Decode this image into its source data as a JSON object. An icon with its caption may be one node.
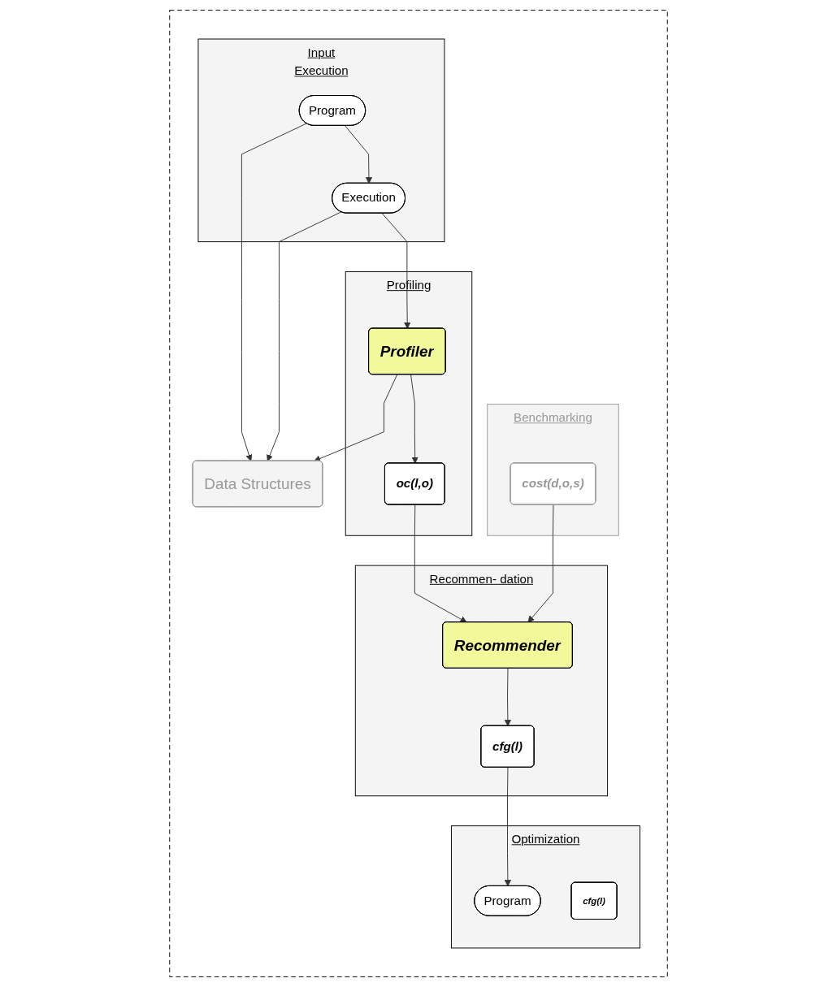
{
  "diagram": {
    "nodes": [
      {
        "text": [],
        "shape": "box"
      },
      {
        "text": [
          "Input",
          "Execution"
        ],
        "in": 0
      },
      {
        "text": [
          "Program"
        ],
        "in": 1
      },
      {
        "text": [
          "Execution"
        ],
        "in": 1
      },
      {
        "text": [
          "Data Structures"
        ],
        "in": 0
      },
      {
        "text": [
          "Profiling"
        ],
        "in": 0
      },
      {
        "text": [
          "Profiler"
        ],
        "in": 5
      },
      {
        "text": [
          "oc(l,o)"
        ],
        "in": 5
      },
      {
        "text": [
          "Benchmarking"
        ],
        "in": 0
      },
      {
        "text": [
          "cost(d,o,s)"
        ],
        "in": 8
      },
      {
        "text": [
          "Recommen- dation"
        ],
        "in": 0
      },
      {
        "text": [
          "Recommender"
        ],
        "in": 10
      },
      {
        "text": [
          "cfg(l)"
        ],
        "in": 10
      },
      {
        "text": [
          "Optimization"
        ],
        "in": 0
      },
      {
        "text": [
          "Program"
        ],
        "in": 13
      },
      {
        "text": [
          "cfg(l)"
        ],
        "in": 13
      }
    ],
    "edges": [
      {
        "from": 2,
        "to": 3,
        "arrow": "to"
      },
      {
        "from": 2,
        "to": 4,
        "arrow": "to"
      },
      {
        "from": 3,
        "to": 4,
        "arrow": "to"
      },
      {
        "from": 3,
        "to": 6,
        "arrow": "to"
      },
      {
        "from": 6,
        "to": 4,
        "arrow": "to"
      },
      {
        "from": 6,
        "to": 7,
        "arrow": "to"
      },
      {
        "from": 7,
        "to": 11,
        "arrow": "to"
      },
      {
        "from": 9,
        "to": 11,
        "arrow": "to"
      },
      {
        "from": 11,
        "to": 12,
        "arrow": "to"
      },
      {
        "from": 12,
        "to": 14,
        "arrow": "to"
      }
    ]
  }
}
